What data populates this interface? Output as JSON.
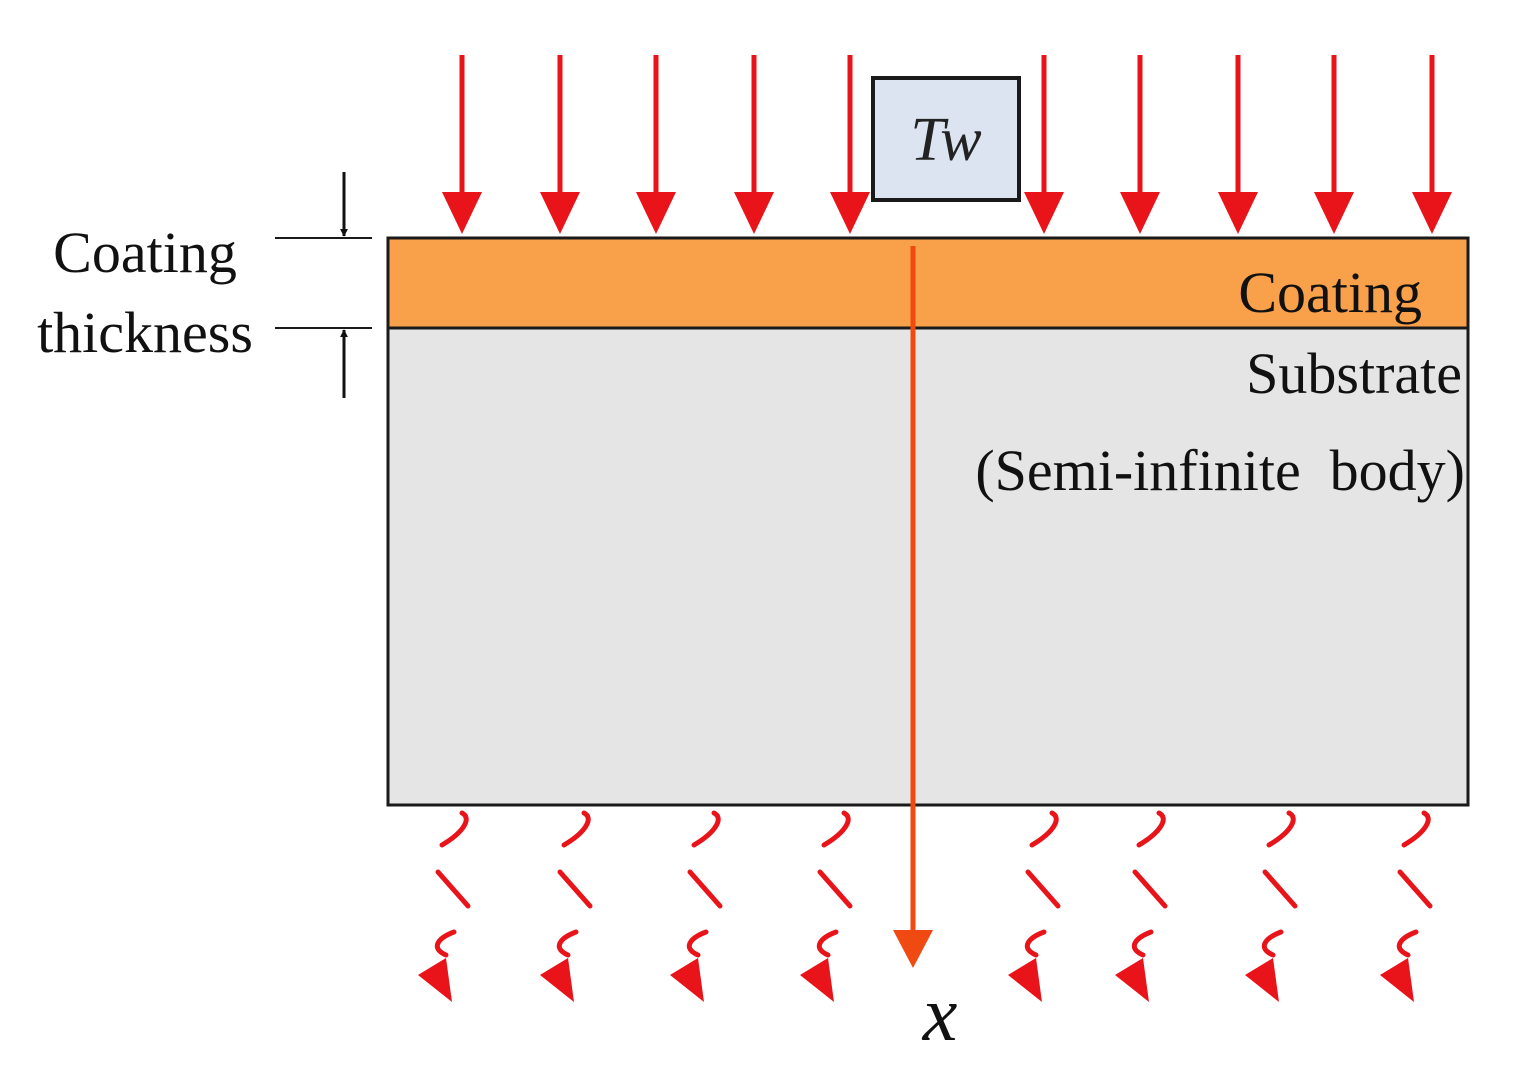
{
  "labels": {
    "coating_thickness_line1": "Coating",
    "coating_thickness_line2": "thickness",
    "coating": "Coating",
    "substrate": "Substrate",
    "semi_infinite": "(Semi-infinite  body)",
    "tw": "Tw",
    "x_axis": "x"
  },
  "colors": {
    "coating_fill": "#F9A04A",
    "substrate_fill": "#E5E5E5",
    "heat_arrow": "#E8141A",
    "axis_arrow": "#F04A12",
    "tw_box_fill": "#DCE4F2",
    "outline": "#1a1a1a"
  },
  "icons": {
    "incoming_heat": "down-arrow-icon",
    "outgoing_heat": "wavy-arrow-icon"
  },
  "counts": {
    "incoming_heat_arrows": 10,
    "outgoing_heat_arrows": 8
  }
}
